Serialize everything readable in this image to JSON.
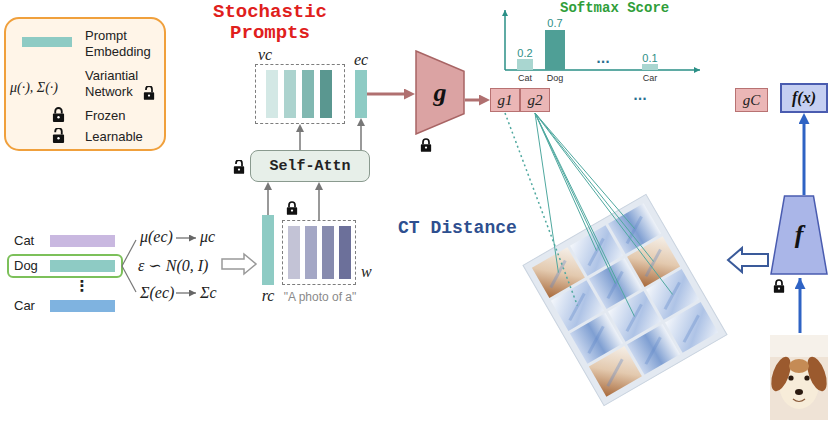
{
  "diagram": {
    "nodes": [
      {
        "text": [
          "vc"
        ]
      },
      {
        "text": [
          "ec"
        ]
      },
      {
        "text": [
          "Self-Attn"
        ]
      },
      {
        "text": [
          "rc"
        ]
      },
      {
        "text": [
          "w",
          "\"A photo of a\""
        ]
      },
      {
        "text": [
          "g"
        ]
      },
      {
        "text": [
          "g1"
        ]
      },
      {
        "text": [
          "g2"
        ]
      },
      {
        "text": [
          "gC"
        ]
      },
      {
        "text": [
          "f"
        ]
      },
      {
        "text": [
          "f(x)"
        ]
      }
    ],
    "edges": [
      {
        "from": 2,
        "to": 0,
        "arrow": "to"
      },
      {
        "from": 2,
        "to": 1,
        "arrow": "to"
      },
      {
        "from": 3,
        "to": 2,
        "arrow": "to"
      },
      {
        "from": 4,
        "to": 2,
        "arrow": "to"
      },
      {
        "from": 1,
        "to": 5,
        "arrow": "to"
      },
      {
        "from": 5,
        "to": 6,
        "arrow": "to"
      },
      {
        "from": 9,
        "to": 10,
        "arrow": "to"
      }
    ],
    "labels": [
      "Stochastic Prompts",
      "μ(·), Σ(·)",
      "Softmax Score",
      "0.2",
      "0.7",
      "0.1",
      "Cat",
      "Dog",
      "...",
      "Car",
      "···",
      "CT Distance",
      "Cat",
      "Dog",
      "⋮",
      "Car",
      "μ(ec)",
      "μc",
      "ε ∽ N(0, I)",
      "Σ(ec)",
      "Σc"
    ],
    "legend": [
      {
        "text": "Prompt Embedding",
        "color": "#8ecbc4"
      },
      {
        "text": "Variantial Network"
      },
      {
        "text": "Frozen"
      },
      {
        "text": "Learnable"
      }
    ]
  }
}
